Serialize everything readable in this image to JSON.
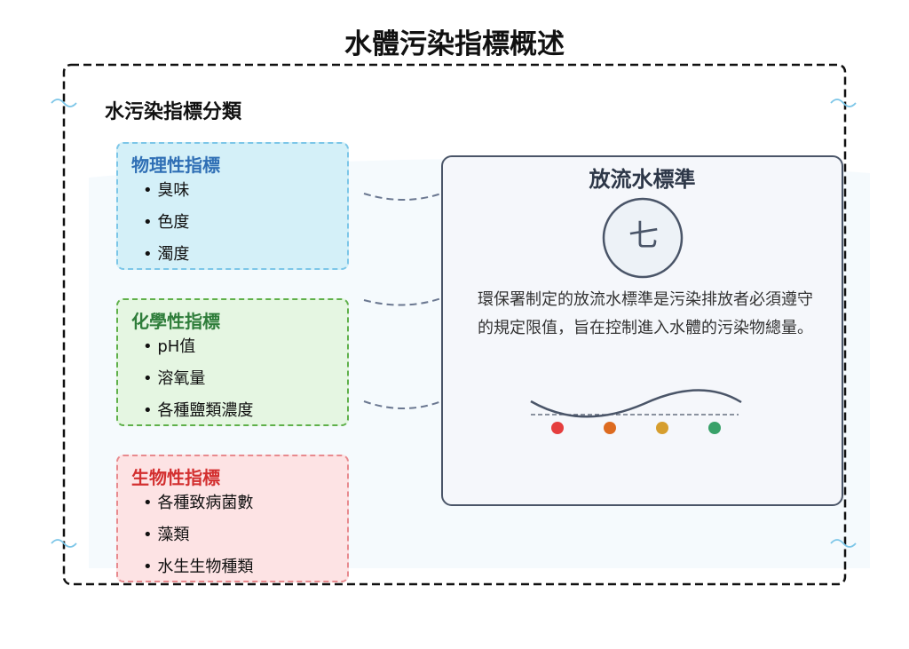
{
  "title": "水體污染指標概述",
  "section_title": "水污染指標分類",
  "categories": [
    {
      "name": "物理性指標",
      "color": "#2f6fb5",
      "items": [
        "臭味",
        "色度",
        "濁度"
      ]
    },
    {
      "name": "化學性指標",
      "color": "#2e7d3a",
      "items": [
        "pH值",
        "溶氧量",
        "各種鹽類濃度"
      ]
    },
    {
      "name": "生物性指標",
      "color": "#d32f2f",
      "items": [
        "各種致病菌數",
        "藻類",
        "水生生物種類"
      ]
    }
  ],
  "card": {
    "title": "放流水標準",
    "icon_glyph": "七",
    "text": "環保署制定的放流水標準是污染排放者必須遵守的規定限值，旨在控制進入水體的污染物總量。"
  },
  "indicator_colors": [
    "#e53e3e",
    "#dd6b20",
    "#d69e2e",
    "#38a169"
  ]
}
